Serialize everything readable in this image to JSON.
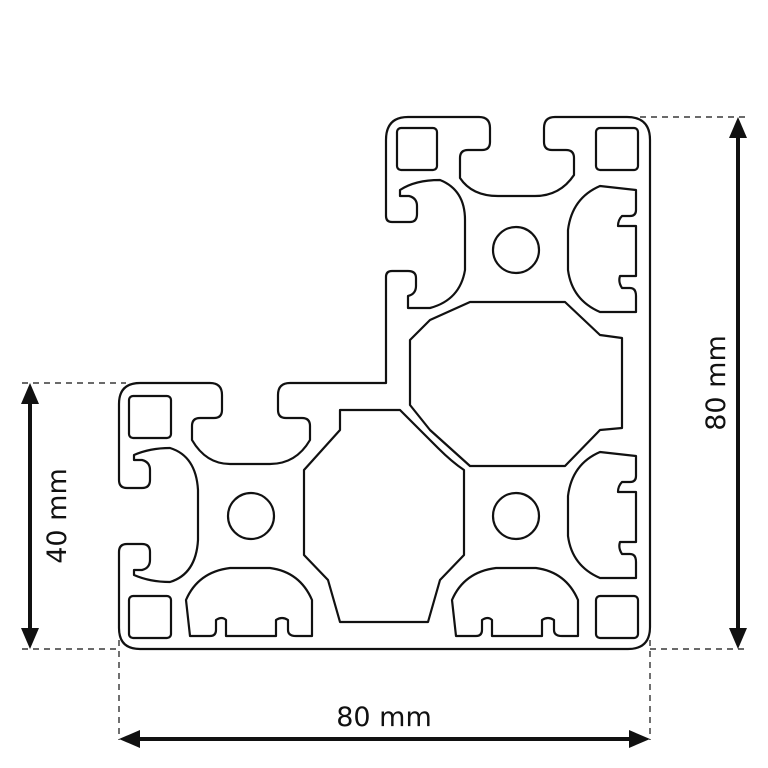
{
  "dimensions": {
    "bottom_width": "80 mm",
    "right_height": "80 mm",
    "left_height": "40 mm"
  },
  "colors": {
    "line": "#111111",
    "background": "#ffffff"
  }
}
